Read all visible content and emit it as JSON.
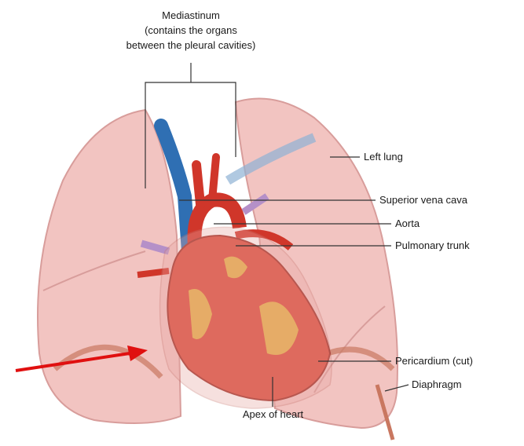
{
  "labels": {
    "mediastinum_title": "Mediastinum",
    "mediastinum_note_line1": "(contains the organs",
    "mediastinum_note_line2": "between the pleural cavities)",
    "left_lung": "Left lung",
    "superior_vena_cava": "Superior vena cava",
    "aorta": "Aorta",
    "pulmonary_trunk": "Pulmonary trunk",
    "pericardium_cut": "Pericardium (cut)",
    "diaphragm": "Diaphragm",
    "apex_of_heart": "Apex of heart"
  },
  "colors": {
    "lung": "#f2c4c1",
    "lung_shadow": "#dc9c9a",
    "heart": "#d94a3a",
    "fat": "#e8c24a",
    "vein": "#2f6fb3",
    "artery": "#d0362a",
    "arrow": "#e01010",
    "leader": "#333333"
  }
}
